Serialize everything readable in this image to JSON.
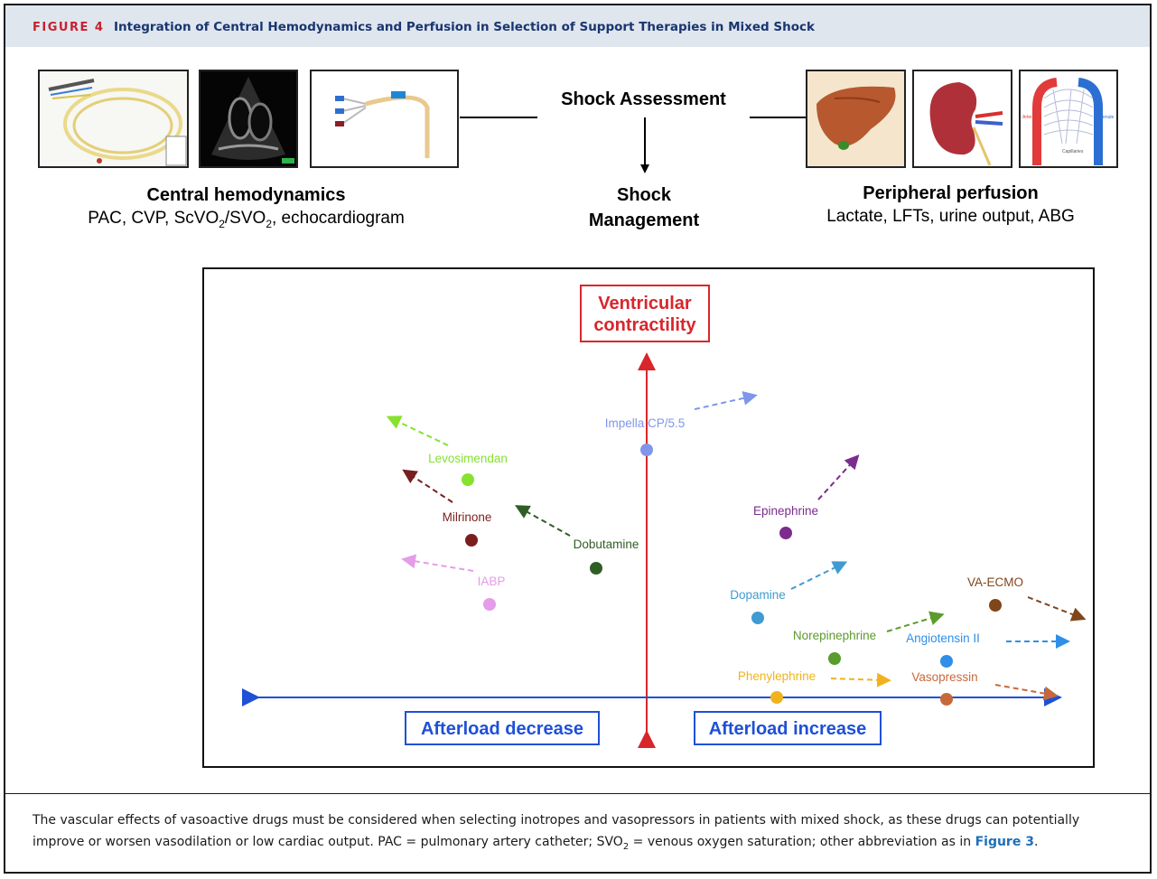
{
  "figure": {
    "label": "FIGURE 4",
    "title": "Integration of Central Hemodynamics and Perfusion in Selection of Support Therapies in Mixed Shock"
  },
  "top": {
    "shock_assessment": "Shock Assessment",
    "shock_management_line1": "Shock",
    "shock_management_line2": "Management",
    "central": {
      "heading": "Central hemodynamics",
      "sub_pre": "PAC, CVP, ScVO",
      "sub_sub1": "2",
      "sub_mid": "/SVO",
      "sub_sub2": "2",
      "sub_post": ", echocardiogram"
    },
    "peripheral": {
      "heading": "Peripheral perfusion",
      "sub": "Lactate, LFTs, urine output, ABG"
    },
    "images": {
      "left": [
        "catheter-image",
        "echocardiogram-image",
        "central-line-image"
      ],
      "right": [
        "liver-image",
        "kidney-image",
        "capillary-bed-image"
      ],
      "capillary_labels": {
        "arterial": "Arterial",
        "venule": "Venule",
        "capillaries": "Capillaries"
      }
    }
  },
  "axes": {
    "y_label_line1": "Ventricular",
    "y_label_line2": "contractility",
    "x_left_label": "Afterload decrease",
    "x_right_label": "Afterload increase",
    "y_color": "#d8262b",
    "x_color": "#1e50d8"
  },
  "therapies": [
    {
      "name": "Impella CP/5.5",
      "color": "#7f96ea"
    },
    {
      "name": "Levosimendan",
      "color": "#86e22f"
    },
    {
      "name": "Milrinone",
      "color": "#7a1f1f"
    },
    {
      "name": "Dobutamine",
      "color": "#2f5e24"
    },
    {
      "name": "IABP",
      "color": "#e59ce9"
    },
    {
      "name": "Epinephrine",
      "color": "#7b2c8e"
    },
    {
      "name": "Dopamine",
      "color": "#3f9bd1"
    },
    {
      "name": "VA-ECMO",
      "color": "#80461b"
    },
    {
      "name": "Norepinephrine",
      "color": "#5a9b2e"
    },
    {
      "name": "Angiotensin II",
      "color": "#2f8fe8"
    },
    {
      "name": "Phenylephrine",
      "color": "#f0b31e"
    },
    {
      "name": "Vasopressin",
      "color": "#c6693a"
    }
  ],
  "caption": {
    "text": "The vascular effects of vasoactive drugs must be considered when selecting inotropes and vasopressors in patients with mixed shock, as these drugs can potentially improve or worsen vasodilation or low cardiac output. PAC = pulmonary artery catheter; SVO",
    "sub": "2",
    "text2": " = venous oxygen saturation; other abbreviation as in ",
    "link": "Figure 3",
    "end": "."
  }
}
